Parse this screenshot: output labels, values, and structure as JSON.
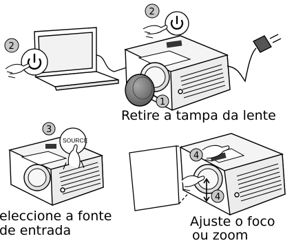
{
  "captions": {
    "remove_cap": "Retire a tampa da lente",
    "select_source_line1": "eleccione a fonte",
    "select_source_line2": "de entrada",
    "adjust_line1": "Ajuste o foco",
    "adjust_line2": "ou zoom"
  },
  "steps": {
    "one": "1",
    "two": "2",
    "three": "3",
    "four": "4"
  },
  "source_button_label": "SOURCE",
  "icons": [
    "power-icon",
    "hand-icon",
    "laptop-icon",
    "projector-icon",
    "lens-cap-icon",
    "power-plug-icon",
    "projection-screen-icon"
  ],
  "colors": {
    "line": "#000000",
    "device_fill": "#ffffff",
    "device_shade": "#e6e6e6",
    "lens_cap_fill": "#7a7a7a",
    "badge_fill": "#c8c8c8"
  }
}
